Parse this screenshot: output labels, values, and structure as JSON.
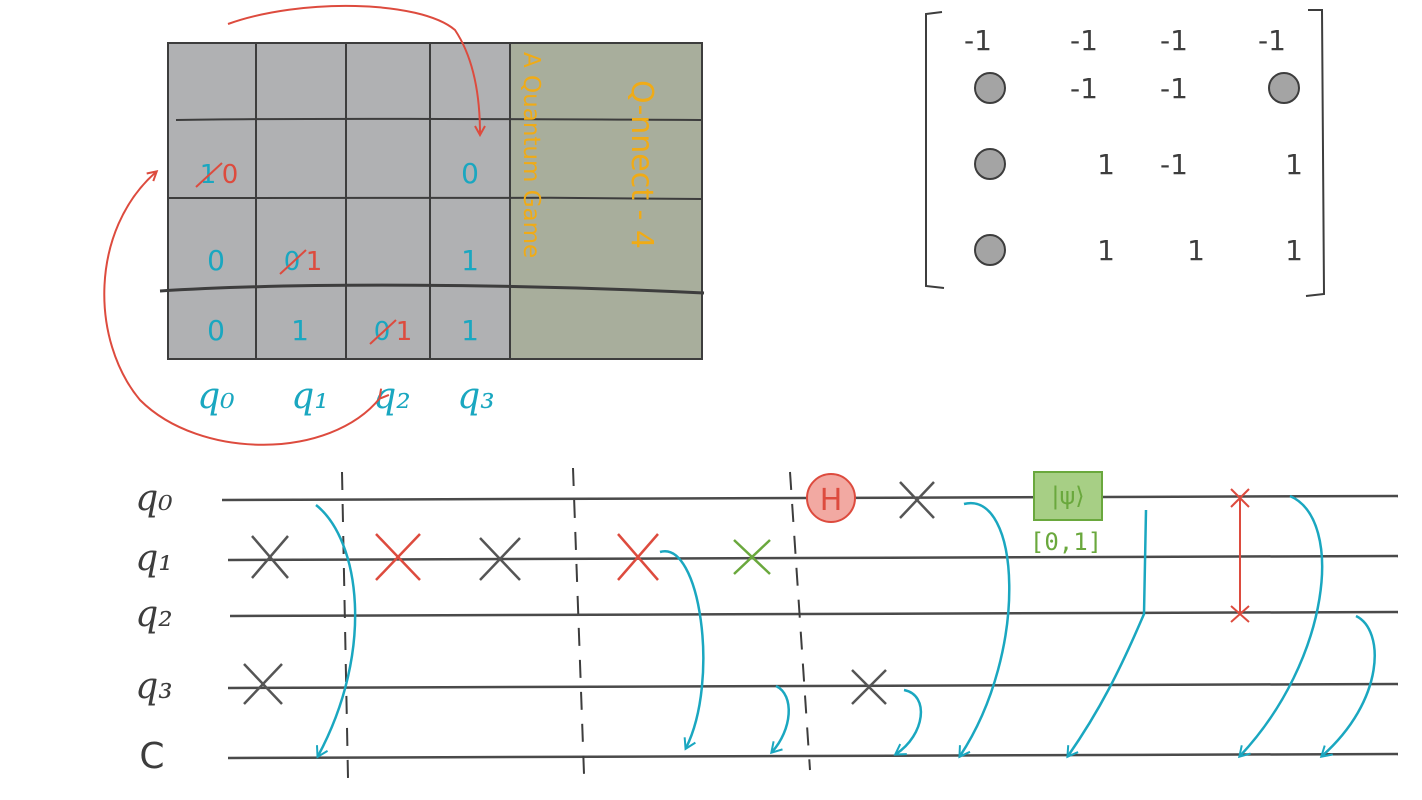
{
  "colors": {
    "grid_fill": "#b0b1b3",
    "green_fill": "#a8ae9c",
    "grid_line": "#3d3d3d",
    "cyan": "#1aa7c0",
    "red": "#dd4b3e",
    "orange": "#f0ab16",
    "green": "#6aa83d",
    "dark": "#555555",
    "token": "#a4a4a4"
  },
  "board": {
    "rows": [
      {
        "cells": [
          {
            "struck": "",
            "text": ""
          },
          {
            "struck": "",
            "text": ""
          },
          {
            "struck": "",
            "text": ""
          },
          {
            "struck": "",
            "text": ""
          }
        ]
      },
      {
        "cells": [
          {
            "struck": "1",
            "text": "0"
          },
          {
            "struck": "",
            "text": ""
          },
          {
            "struck": "",
            "text": ""
          },
          {
            "struck": "",
            "text": "0"
          }
        ]
      },
      {
        "cells": [
          {
            "struck": "",
            "text": "0"
          },
          {
            "struck": "0",
            "text": "1"
          },
          {
            "struck": "",
            "text": ""
          },
          {
            "struck": "",
            "text": "1"
          }
        ]
      },
      {
        "cells": [
          {
            "struck": "",
            "text": "0"
          },
          {
            "struck": "",
            "text": "1"
          },
          {
            "struck": "0",
            "text": "1"
          },
          {
            "struck": "",
            "text": "1"
          }
        ]
      }
    ],
    "col_labels": [
      "q₀",
      "q₁",
      "q₂",
      "q₃"
    ],
    "title_line1": "Q-nnect - 4",
    "title_line2": "A Quantum Game"
  },
  "matrix": {
    "rows": [
      [
        "-1",
        "-1",
        "-1",
        "-1"
      ],
      [
        "●",
        "-1",
        "-1",
        "●"
      ],
      [
        "●",
        "1",
        "-1",
        "1"
      ],
      [
        "●",
        "1",
        "1",
        "1"
      ]
    ]
  },
  "circuit": {
    "wires": [
      "q₀",
      "q₁",
      "q₂",
      "q₃",
      "C"
    ],
    "h_label": "H",
    "psi_label": "|ψ⟩",
    "psi_sub": "[0,1]"
  }
}
